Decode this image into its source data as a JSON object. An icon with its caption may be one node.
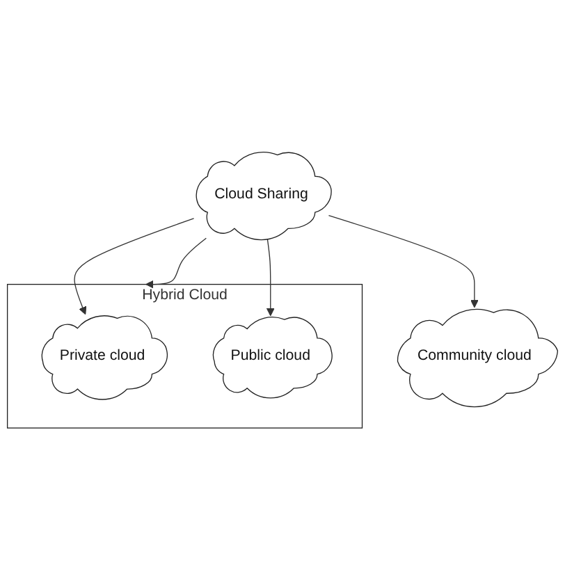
{
  "diagram": {
    "nodes": [
      {
        "text": [
          "Cloud Sharing"
        ]
      },
      {
        "text": [
          "Community cloud"
        ]
      },
      {
        "text": [
          "Hybrid Cloud"
        ]
      },
      {
        "text": [
          "Private cloud"
        ],
        "in": 2
      },
      {
        "text": [
          "Public cloud"
        ],
        "in": 2
      }
    ],
    "edges": [
      {
        "from": 0,
        "to": 1,
        "arrow": "to"
      },
      {
        "from": 0,
        "to": 3,
        "arrow": "to"
      },
      {
        "from": 0,
        "to": 2,
        "arrow": "to"
      },
      {
        "from": 0,
        "to": 4,
        "arrow": "to"
      }
    ]
  }
}
